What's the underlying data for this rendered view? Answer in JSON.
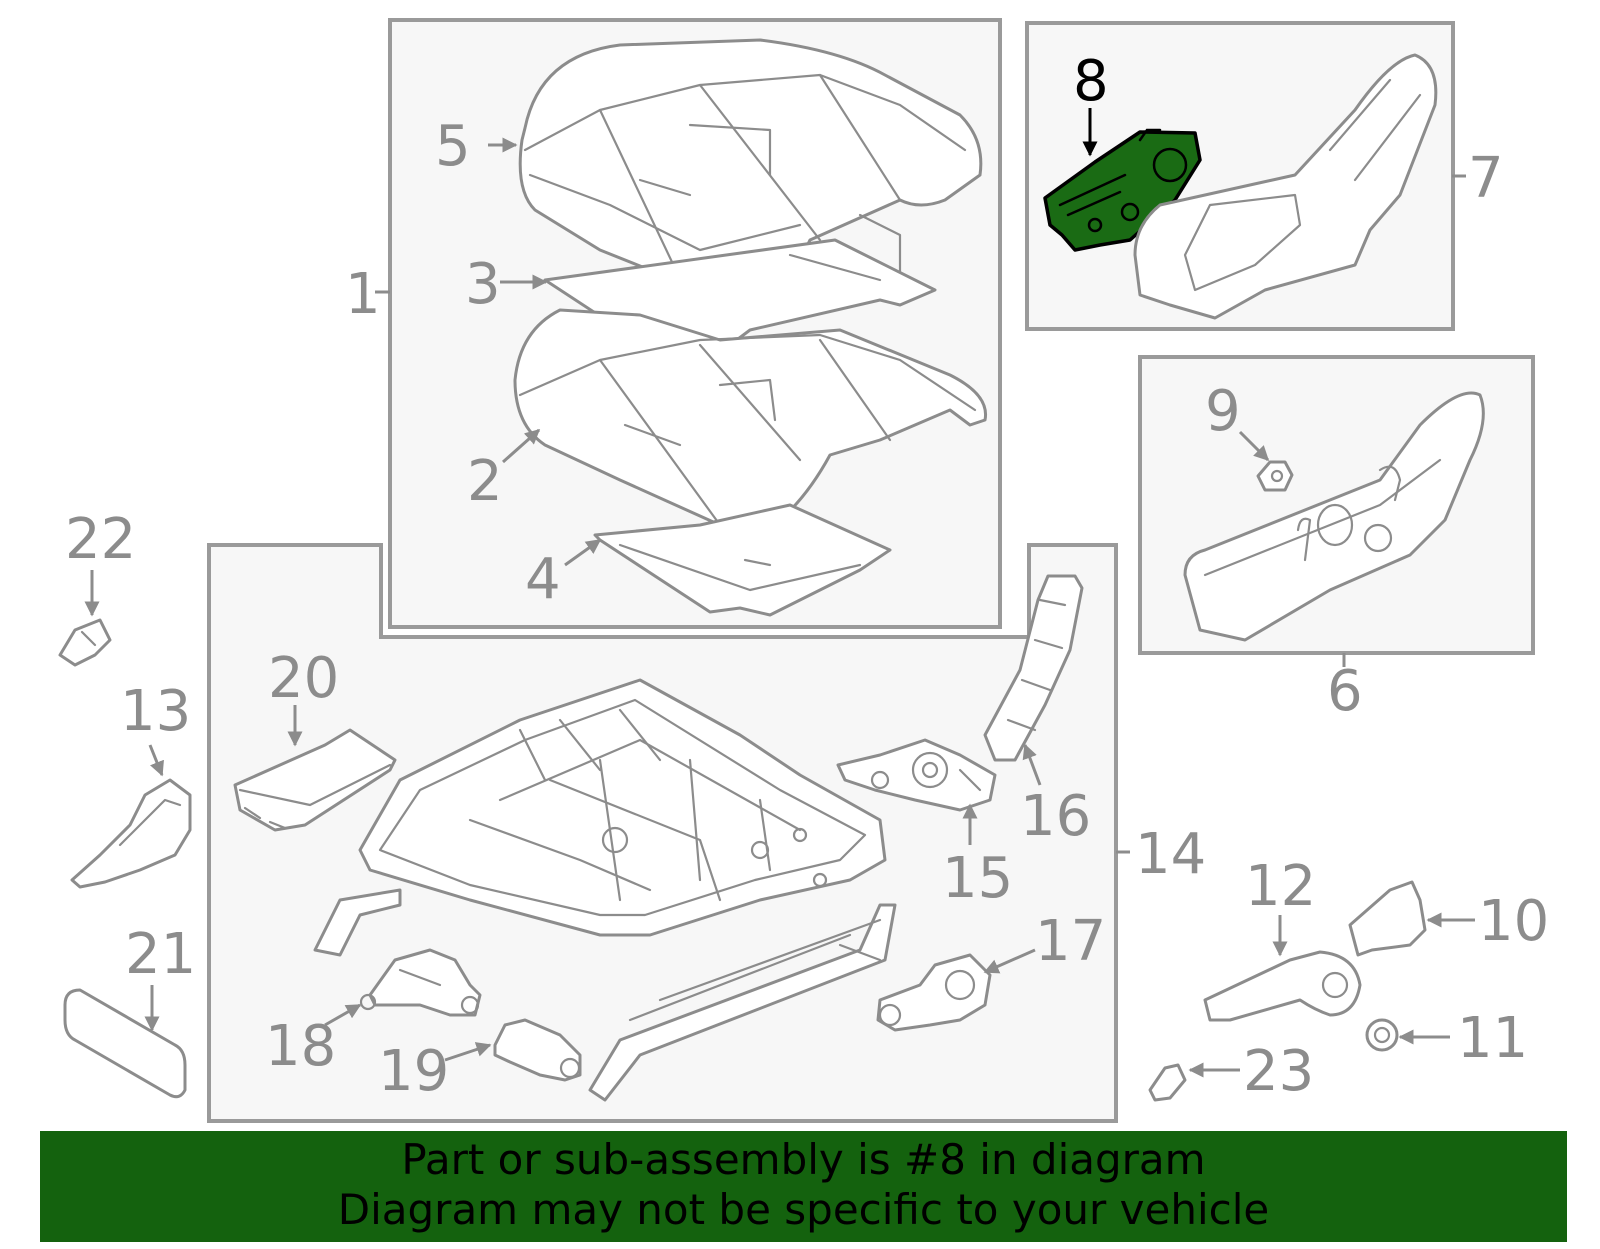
{
  "colors": {
    "highlight_fill": "#1a6b14",
    "banner_background": "#14620e",
    "line_gray": "#8c8c8c",
    "box_fill": "#f7f7f7"
  },
  "highlighted_part": "8",
  "callouts": {
    "c1": "1",
    "c2": "2",
    "c3": "3",
    "c4": "4",
    "c5": "5",
    "c6": "6",
    "c7": "7",
    "c8": "8",
    "c9": "9",
    "c10": "10",
    "c11": "11",
    "c12": "12",
    "c13": "13",
    "c14": "14",
    "c15": "15",
    "c16": "16",
    "c17": "17",
    "c18": "18",
    "c19": "19",
    "c20": "20",
    "c21": "21",
    "c22": "22",
    "c23": "23"
  },
  "banner": {
    "line1": "Part or sub-assembly is #8 in diagram",
    "line2": "Diagram may not be specific to your vehicle"
  }
}
